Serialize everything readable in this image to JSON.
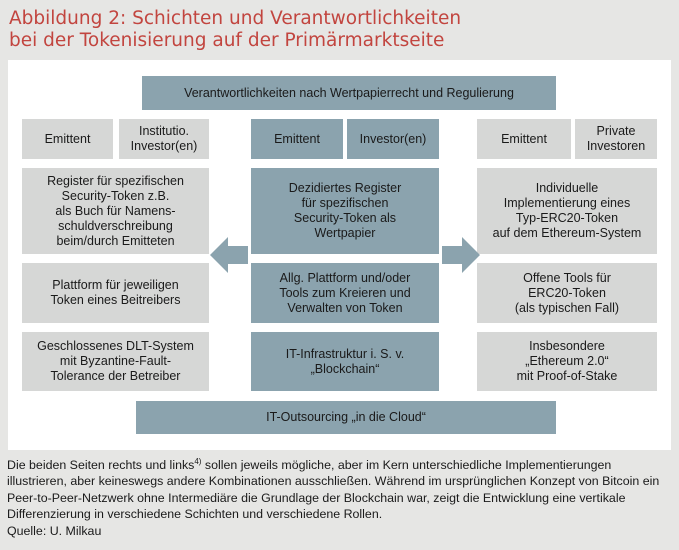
{
  "title": {
    "line1": "Abbildung 2: Schichten und Verantwortlichkeiten",
    "line2": "bei der Tokenisierung auf der Primärmarktseite"
  },
  "top_banner": "Verantwortlichkeiten nach Wertpapierrecht und Regulierung",
  "left": {
    "header_a": "Emittent",
    "header_b": "Institutio.\nInvestor(en)",
    "row1": "Register für spezifischen\nSecurity-Token z.B.\nals Buch für Namens-\nschuldverschreibung\nbeim/durch Emitteten",
    "row2": "Plattform für jeweiligen\nToken eines Beitreibers",
    "row3": "Geschlossenes DLT-System\nmit Byzantine-Fault-\nTolerance der Betreiber"
  },
  "center": {
    "header_a": "Emittent",
    "header_b": "Investor(en)",
    "row1": "Dezidiertes Register\nfür spezifischen\nSecurity-Token als\nWertpapier",
    "row2": "Allg. Plattform und/oder\nTools zum Kreieren und\nVerwalten von Token",
    "row3": "IT-Infrastruktur i. S. v.\n„Blockchain“"
  },
  "right": {
    "header_a": "Emittent",
    "header_b": "Private\nInvestoren",
    "row1": "Individuelle\nImplementierung eines\nTyp-ERC20-Token\nauf dem Ethereum-System",
    "row2": "Offene Tools für\nERC20-Token\n(als typischen Fall)",
    "row3": "Insbesondere\n„Ethereum 2.0“\nmit Proof-of-Stake"
  },
  "bottom_banner": "IT-Outsourcing „in die Cloud“",
  "caption": {
    "part1": "Die beiden Seiten rechts und links",
    "footnote": "4)",
    "part2": " sollen jeweils mögliche, aber im Kern unterschiedliche Implementierungen illustrieren, aber keineswegs andere Kombinationen ausschließen. Während im ursprünglichen Konzept von Bitcoin ein Peer-to-Peer-Netzwerk ohne Intermediäre die Grundlage der Blockchain war, zeigt die Entwicklung eine vertikale Differenzierung in verschiedene Schichten und verschiedene Rollen.",
    "source": "Quelle: U. Milkau"
  },
  "colors": {
    "title": "#c2453f",
    "dark_box": "#8ba3ae",
    "light_box": "#d6d7d6",
    "arrow": "#8ba3ae"
  }
}
